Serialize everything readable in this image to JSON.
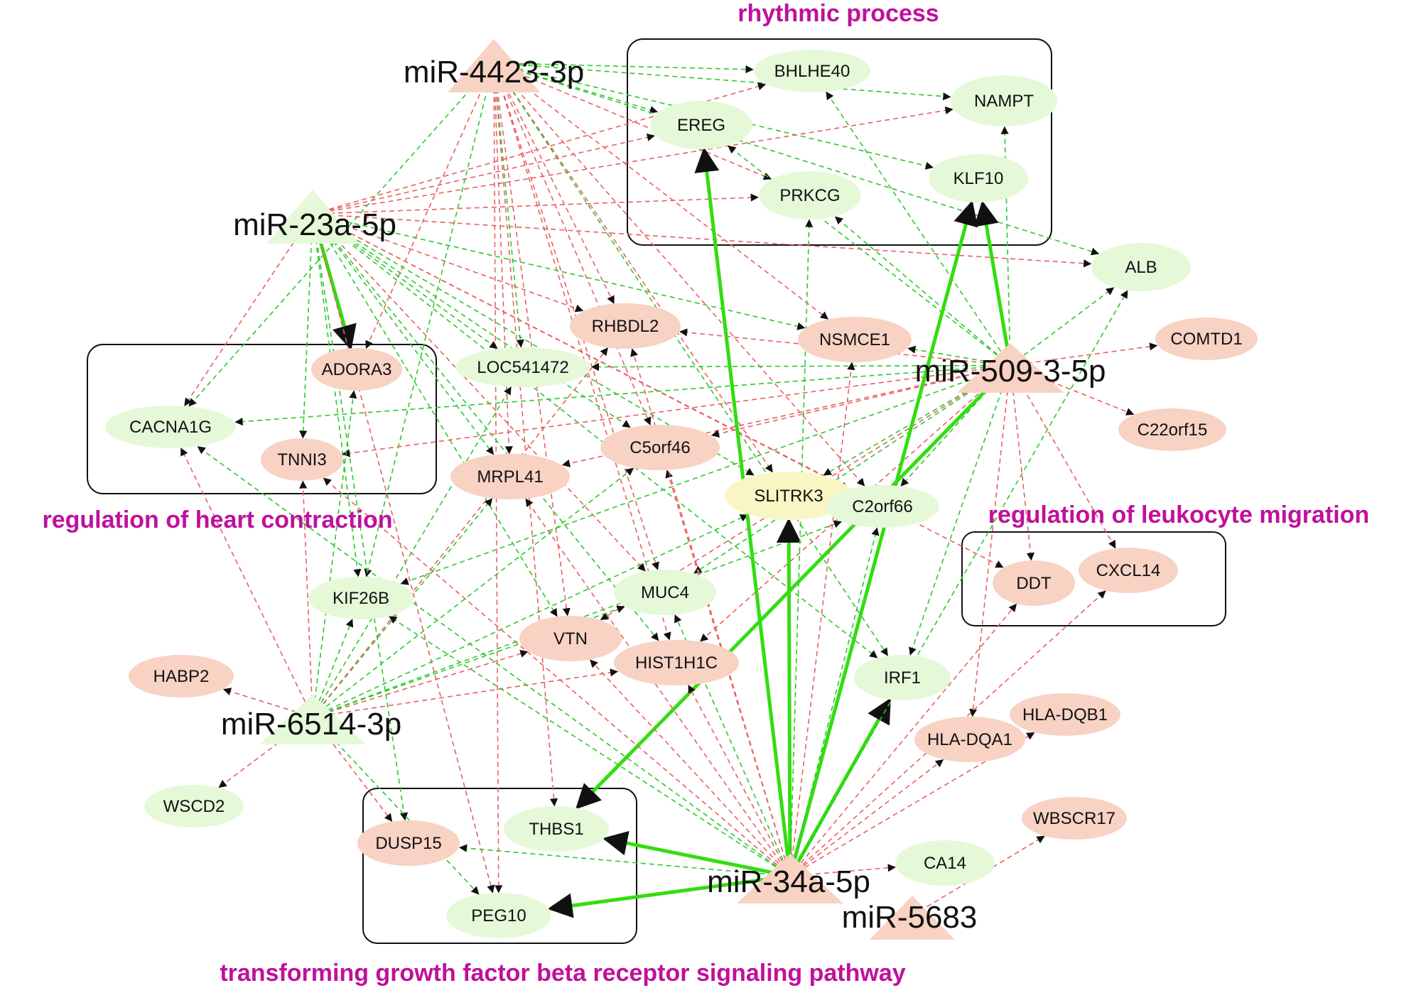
{
  "palette": {
    "up_node": "#f8d2c3",
    "down_node": "#e5f9d9",
    "neutral_node": "#f9f6c4",
    "edge_pos": "#2bc92b",
    "edge_neg": "#e96060",
    "edge_strong": "#33dd11",
    "category_label": "#c0109c"
  },
  "categories": [
    {
      "id": "rhythmic",
      "label": "rhythmic process"
    },
    {
      "id": "heart",
      "label": "regulation of heart contraction"
    },
    {
      "id": "leuko",
      "label": "regulation of leukocyte migration"
    },
    {
      "id": "tgfb",
      "label": "transforming growth factor beta receptor signaling pathway"
    }
  ],
  "mirnas": [
    {
      "id": "m4423",
      "label": "miR-4423-3p",
      "shape": "triangle",
      "color": "#f8d2c3"
    },
    {
      "id": "m23a",
      "label": "miR-23a-5p",
      "shape": "triangle",
      "color": "#e5f9d9"
    },
    {
      "id": "m509",
      "label": "miR-509-3-5p",
      "shape": "triangle",
      "color": "#f8d2c3"
    },
    {
      "id": "m6514",
      "label": "miR-6514-3p",
      "shape": "triangle",
      "color": "#e5f9d9"
    },
    {
      "id": "m34a",
      "label": "miR-34a-5p",
      "shape": "triangle",
      "color": "#f8d2c3"
    },
    {
      "id": "m5683",
      "label": "miR-5683",
      "shape": "triangle",
      "color": "#f8d2c3"
    }
  ],
  "genes": [
    {
      "id": "BHLHE40",
      "label": "BHLHE40",
      "color": "#e5f9d9"
    },
    {
      "id": "NAMPT",
      "label": "NAMPT",
      "color": "#e5f9d9"
    },
    {
      "id": "EREG",
      "label": "EREG",
      "color": "#e5f9d9"
    },
    {
      "id": "KLF10",
      "label": "KLF10",
      "color": "#e5f9d9"
    },
    {
      "id": "PRKCG",
      "label": "PRKCG",
      "color": "#e5f9d9"
    },
    {
      "id": "ALB",
      "label": "ALB",
      "color": "#e5f9d9"
    },
    {
      "id": "RHBDL2",
      "label": "RHBDL2",
      "color": "#f8d2c3"
    },
    {
      "id": "NSMCE1",
      "label": "NSMCE1",
      "color": "#f8d2c3"
    },
    {
      "id": "COMTD1",
      "label": "COMTD1",
      "color": "#f8d2c3"
    },
    {
      "id": "ADORA3",
      "label": "ADORA3",
      "color": "#f8d2c3"
    },
    {
      "id": "LOC541472",
      "label": "LOC541472",
      "color": "#e5f9d9"
    },
    {
      "id": "CACNA1G",
      "label": "CACNA1G",
      "color": "#e5f9d9"
    },
    {
      "id": "TNNI3",
      "label": "TNNI3",
      "color": "#f8d2c3"
    },
    {
      "id": "C5orf46",
      "label": "C5orf46",
      "color": "#f8d2c3"
    },
    {
      "id": "MRPL41",
      "label": "MRPL41",
      "color": "#f8d2c3"
    },
    {
      "id": "SLITRK3",
      "label": "SLITRK3",
      "color": "#f9f6c4"
    },
    {
      "id": "C2orf66",
      "label": "C2orf66",
      "color": "#e5f9d9"
    },
    {
      "id": "C22orf15",
      "label": "C22orf15",
      "color": "#f8d2c3"
    },
    {
      "id": "DDT",
      "label": "DDT",
      "color": "#f8d2c3"
    },
    {
      "id": "CXCL14",
      "label": "CXCL14",
      "color": "#f8d2c3"
    },
    {
      "id": "KIF26B",
      "label": "KIF26B",
      "color": "#e5f9d9"
    },
    {
      "id": "MUC4",
      "label": "MUC4",
      "color": "#e5f9d9"
    },
    {
      "id": "VTN",
      "label": "VTN",
      "color": "#f8d2c3"
    },
    {
      "id": "HIST1H1C",
      "label": "HIST1H1C",
      "color": "#f8d2c3"
    },
    {
      "id": "HABP2",
      "label": "HABP2",
      "color": "#f8d2c3"
    },
    {
      "id": "IRF1",
      "label": "IRF1",
      "color": "#e5f9d9"
    },
    {
      "id": "HLA-DQB1",
      "label": "HLA-DQB1",
      "color": "#f8d2c3"
    },
    {
      "id": "HLA-DQA1",
      "label": "HLA-DQA1",
      "color": "#f8d2c3"
    },
    {
      "id": "WSCD2",
      "label": "WSCD2",
      "color": "#e5f9d9"
    },
    {
      "id": "WBSCR17",
      "label": "WBSCR17",
      "color": "#f8d2c3"
    },
    {
      "id": "DUSP15",
      "label": "DUSP15",
      "color": "#f8d2c3"
    },
    {
      "id": "THBS1",
      "label": "THBS1",
      "color": "#e5f9d9"
    },
    {
      "id": "CA14",
      "label": "CA14",
      "color": "#e5f9d9"
    },
    {
      "id": "PEG10",
      "label": "PEG10",
      "color": "#e5f9d9"
    }
  ],
  "edges": [
    [
      "m4423",
      "BHLHE40",
      "pos"
    ],
    [
      "m4423",
      "NAMPT",
      "pos"
    ],
    [
      "m4423",
      "EREG",
      "pos"
    ],
    [
      "m4423",
      "KLF10",
      "pos"
    ],
    [
      "m4423",
      "PRKCG",
      "neg"
    ],
    [
      "m4423",
      "ALB",
      "pos"
    ],
    [
      "m4423",
      "RHBDL2",
      "neg"
    ],
    [
      "m4423",
      "NSMCE1",
      "neg"
    ],
    [
      "m4423",
      "LOC541472",
      "pos"
    ],
    [
      "m4423",
      "C5orf46",
      "neg"
    ],
    [
      "m4423",
      "MRPL41",
      "neg"
    ],
    [
      "m4423",
      "SLITRK3",
      "neg"
    ],
    [
      "m4423",
      "C2orf66",
      "neg"
    ],
    [
      "m4423",
      "MUC4",
      "neg"
    ],
    [
      "m4423",
      "VTN",
      "neg"
    ],
    [
      "m4423",
      "HIST1H1C",
      "neg"
    ],
    [
      "m4423",
      "KIF26B",
      "pos"
    ],
    [
      "m4423",
      "CACNA1G",
      "pos"
    ],
    [
      "m4423",
      "THBS1",
      "neg"
    ],
    [
      "m4423",
      "PEG10",
      "neg"
    ],
    [
      "m4423",
      "ADORA3",
      "neg"
    ],
    [
      "m4423",
      "IRF1",
      "pos"
    ],
    [
      "m23a",
      "ADORA3",
      "strong"
    ],
    [
      "m23a",
      "CACNA1G",
      "neg"
    ],
    [
      "m23a",
      "TNNI3",
      "pos"
    ],
    [
      "m23a",
      "EREG",
      "neg"
    ],
    [
      "m23a",
      "BHLHE40",
      "neg"
    ],
    [
      "m23a",
      "NAMPT",
      "neg"
    ],
    [
      "m23a",
      "PRKCG",
      "neg"
    ],
    [
      "m23a",
      "ALB",
      "neg"
    ],
    [
      "m23a",
      "RHBDL2",
      "neg"
    ],
    [
      "m23a",
      "NSMCE1",
      "pos"
    ],
    [
      "m23a",
      "LOC541472",
      "pos"
    ],
    [
      "m23a",
      "C5orf46",
      "pos"
    ],
    [
      "m23a",
      "MRPL41",
      "pos"
    ],
    [
      "m23a",
      "SLITRK3",
      "pos"
    ],
    [
      "m23a",
      "C2orf66",
      "neg"
    ],
    [
      "m23a",
      "KIF26B",
      "pos"
    ],
    [
      "m23a",
      "VTN",
      "pos"
    ],
    [
      "m23a",
      "MUC4",
      "neg"
    ],
    [
      "m23a",
      "HIST1H1C",
      "pos"
    ],
    [
      "m23a",
      "DUSP15",
      "pos"
    ],
    [
      "m23a",
      "PEG10",
      "neg"
    ],
    [
      "m23a",
      "IRF1",
      "pos"
    ],
    [
      "m23a",
      "DDT",
      "neg"
    ],
    [
      "m509",
      "KLF10",
      "strong"
    ],
    [
      "m509",
      "NAMPT",
      "pos"
    ],
    [
      "m509",
      "ALB",
      "pos"
    ],
    [
      "m509",
      "COMTD1",
      "neg"
    ],
    [
      "m509",
      "C22orf15",
      "neg"
    ],
    [
      "m509",
      "CXCL14",
      "neg"
    ],
    [
      "m509",
      "DDT",
      "neg"
    ],
    [
      "m509",
      "NSMCE1",
      "pos"
    ],
    [
      "m509",
      "RHBDL2",
      "neg"
    ],
    [
      "m509",
      "LOC541472",
      "pos"
    ],
    [
      "m509",
      "CACNA1G",
      "pos"
    ],
    [
      "m509",
      "TNNI3",
      "neg"
    ],
    [
      "m509",
      "MRPL41",
      "neg"
    ],
    [
      "m509",
      "C5orf46",
      "neg"
    ],
    [
      "m509",
      "C2orf66",
      "pos"
    ],
    [
      "m509",
      "SLITRK3",
      "pos"
    ],
    [
      "m509",
      "KIF26B",
      "pos"
    ],
    [
      "m509",
      "MUC4",
      "pos"
    ],
    [
      "m509",
      "VTN",
      "neg"
    ],
    [
      "m509",
      "HIST1H1C",
      "neg"
    ],
    [
      "m509",
      "THBS1",
      "strong"
    ],
    [
      "m509",
      "HLA-DQA1",
      "neg"
    ],
    [
      "m509",
      "EREG",
      "pos"
    ],
    [
      "m509",
      "PRKCG",
      "pos"
    ],
    [
      "m509",
      "BHLHE40",
      "pos"
    ],
    [
      "m509",
      "IRF1",
      "pos"
    ],
    [
      "m6514",
      "HABP2",
      "neg"
    ],
    [
      "m6514",
      "WSCD2",
      "neg"
    ],
    [
      "m6514",
      "KIF26B",
      "pos"
    ],
    [
      "m6514",
      "CACNA1G",
      "neg"
    ],
    [
      "m6514",
      "ADORA3",
      "pos"
    ],
    [
      "m6514",
      "TNNI3",
      "neg"
    ],
    [
      "m6514",
      "MRPL41",
      "pos"
    ],
    [
      "m6514",
      "VTN",
      "neg"
    ],
    [
      "m6514",
      "HIST1H1C",
      "neg"
    ],
    [
      "m6514",
      "MUC4",
      "pos"
    ],
    [
      "m6514",
      "C5orf46",
      "pos"
    ],
    [
      "m6514",
      "SLITRK3",
      "pos"
    ],
    [
      "m6514",
      "C2orf66",
      "pos"
    ],
    [
      "m6514",
      "RHBDL2",
      "neg"
    ],
    [
      "m6514",
      "LOC541472",
      "pos"
    ],
    [
      "m6514",
      "DUSP15",
      "neg"
    ],
    [
      "m6514",
      "PEG10",
      "pos"
    ],
    [
      "m34a",
      "EREG",
      "strong"
    ],
    [
      "m34a",
      "THBS1",
      "strong"
    ],
    [
      "m34a",
      "PEG10",
      "strong"
    ],
    [
      "m34a",
      "SLITRK3",
      "strong"
    ],
    [
      "m34a",
      "IRF1",
      "strong"
    ],
    [
      "m34a",
      "KLF10",
      "strong"
    ],
    [
      "m34a",
      "CA14",
      "neg"
    ],
    [
      "m34a",
      "HLA-DQA1",
      "neg"
    ],
    [
      "m34a",
      "HLA-DQB1",
      "neg"
    ],
    [
      "m34a",
      "DDT",
      "neg"
    ],
    [
      "m34a",
      "CXCL14",
      "neg"
    ],
    [
      "m34a",
      "HIST1H1C",
      "neg"
    ],
    [
      "m34a",
      "VTN",
      "neg"
    ],
    [
      "m34a",
      "MUC4",
      "pos"
    ],
    [
      "m34a",
      "KIF26B",
      "pos"
    ],
    [
      "m34a",
      "C2orf66",
      "pos"
    ],
    [
      "m34a",
      "PRKCG",
      "pos"
    ],
    [
      "m34a",
      "ALB",
      "pos"
    ],
    [
      "m34a",
      "NSMCE1",
      "neg"
    ],
    [
      "m34a",
      "DUSP15",
      "pos"
    ],
    [
      "m34a",
      "C5orf46",
      "neg"
    ],
    [
      "m34a",
      "RHBDL2",
      "neg"
    ],
    [
      "m34a",
      "TNNI3",
      "neg"
    ],
    [
      "m34a",
      "CACNA1G",
      "pos"
    ],
    [
      "m34a",
      "MRPL41",
      "neg"
    ],
    [
      "m5683",
      "WBSCR17",
      "neg"
    ]
  ]
}
